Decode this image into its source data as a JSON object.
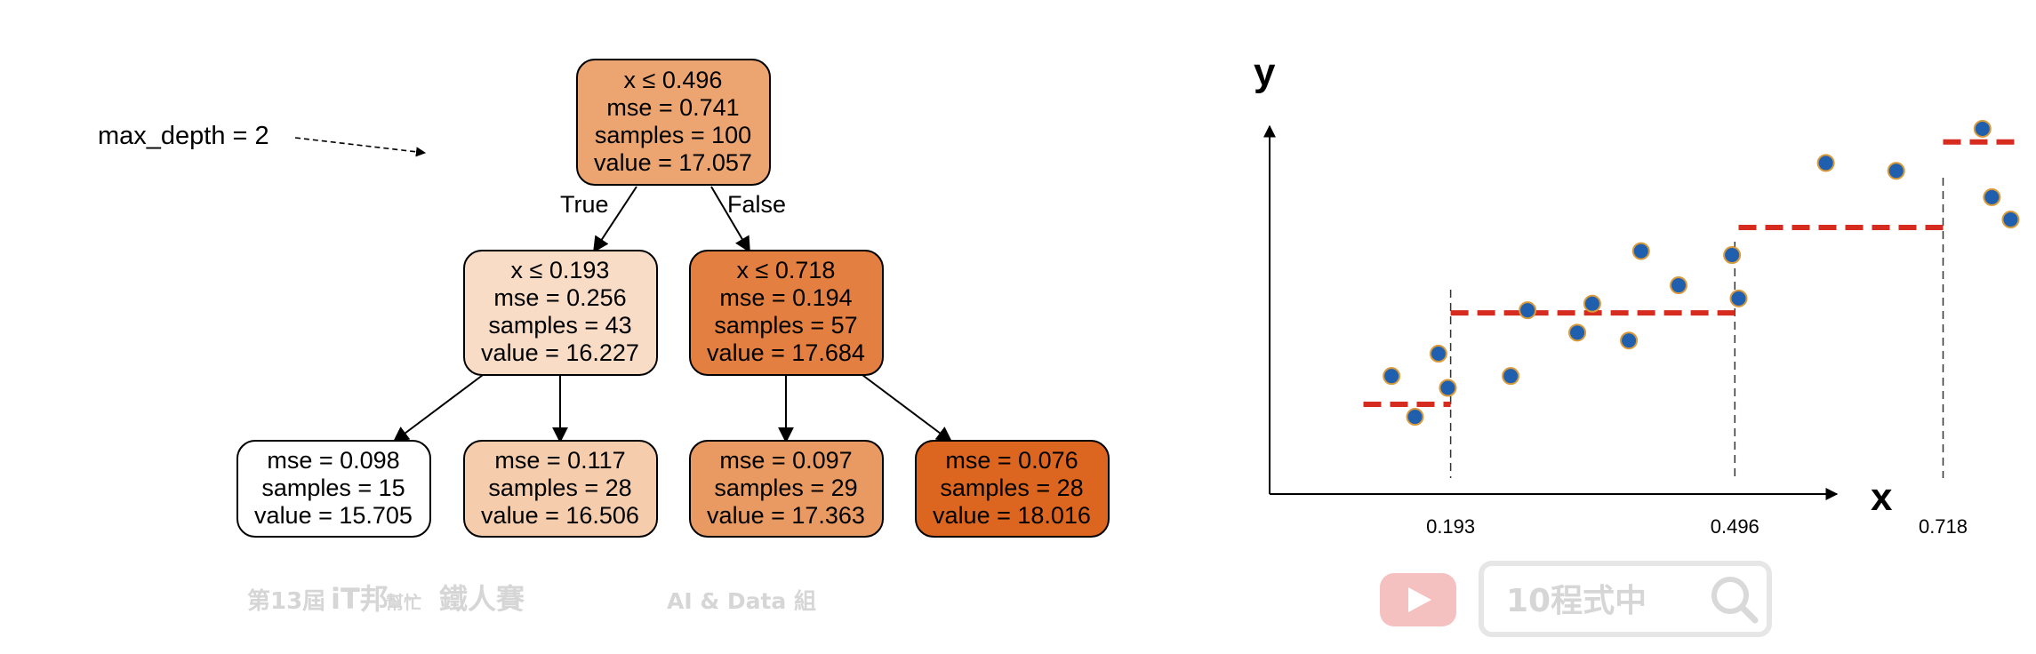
{
  "annotation": {
    "label": "max_depth = 2"
  },
  "tree": {
    "edge_true_label": "True",
    "edge_false_label": "False",
    "nodes": [
      {
        "id": "root",
        "lines": [
          "x ≤ 0.496",
          "mse = 0.741",
          "samples = 100",
          "value = 17.057"
        ],
        "fill": "#eca571"
      },
      {
        "id": "left",
        "lines": [
          "x ≤ 0.193",
          "mse = 0.256",
          "samples = 43",
          "value = 16.227"
        ],
        "fill": "#f8dcc5"
      },
      {
        "id": "right",
        "lines": [
          "x ≤ 0.718",
          "mse = 0.194",
          "samples = 57",
          "value = 17.684"
        ],
        "fill": "#e37f40"
      },
      {
        "id": "ll",
        "lines": [
          "mse = 0.098",
          "samples = 15",
          "value = 15.705"
        ],
        "fill": "#ffffff"
      },
      {
        "id": "lr",
        "lines": [
          "mse = 0.117",
          "samples = 28",
          "value = 16.506"
        ],
        "fill": "#f5ccac"
      },
      {
        "id": "rl",
        "lines": [
          "mse = 0.097",
          "samples = 29",
          "value = 17.363"
        ],
        "fill": "#e99a62"
      },
      {
        "id": "rr",
        "lines": [
          "mse = 0.076",
          "samples = 28",
          "value = 18.016"
        ],
        "fill": "#dc6520"
      }
    ]
  },
  "chart_data": {
    "type": "scatter",
    "xlabel": "x",
    "ylabel": "y",
    "xlim": [
      0,
      1
    ],
    "thresholds": [
      0.193,
      0.496,
      0.718
    ],
    "tick_labels": [
      "0.193",
      "0.496",
      "0.718"
    ],
    "point_color": "#1f5fae",
    "point_edge_color": "#d99a3b",
    "step_color": "#d62b1f",
    "points": [
      {
        "x": 0.13,
        "y": 15.92
      },
      {
        "x": 0.155,
        "y": 15.61
      },
      {
        "x": 0.18,
        "y": 16.09
      },
      {
        "x": 0.19,
        "y": 15.83
      },
      {
        "x": 0.257,
        "y": 15.92
      },
      {
        "x": 0.275,
        "y": 16.42
      },
      {
        "x": 0.328,
        "y": 16.25
      },
      {
        "x": 0.344,
        "y": 16.47
      },
      {
        "x": 0.383,
        "y": 16.19
      },
      {
        "x": 0.396,
        "y": 16.87
      },
      {
        "x": 0.436,
        "y": 16.61
      },
      {
        "x": 0.493,
        "y": 16.84
      },
      {
        "x": 0.5,
        "y": 16.51
      },
      {
        "x": 0.593,
        "y": 17.54
      },
      {
        "x": 0.668,
        "y": 17.48
      },
      {
        "x": 0.76,
        "y": 17.8
      },
      {
        "x": 0.77,
        "y": 17.28
      },
      {
        "x": 0.79,
        "y": 17.11
      }
    ],
    "steps": [
      {
        "x0": 0.1,
        "x1": 0.193,
        "y": 15.705
      },
      {
        "x0": 0.193,
        "x1": 0.5,
        "y": 16.4
      },
      {
        "x0": 0.5,
        "x1": 0.718,
        "y": 17.05
      },
      {
        "x0": 0.718,
        "x1": 0.8,
        "y": 17.7
      }
    ]
  },
  "watermark": {
    "event_prefix": "第13屆",
    "brand": "iT邦",
    "brand_small": "幫忙",
    "event_suffix": "鐵人賽",
    "track": "AI & Data 組",
    "channel": "10程式中"
  }
}
